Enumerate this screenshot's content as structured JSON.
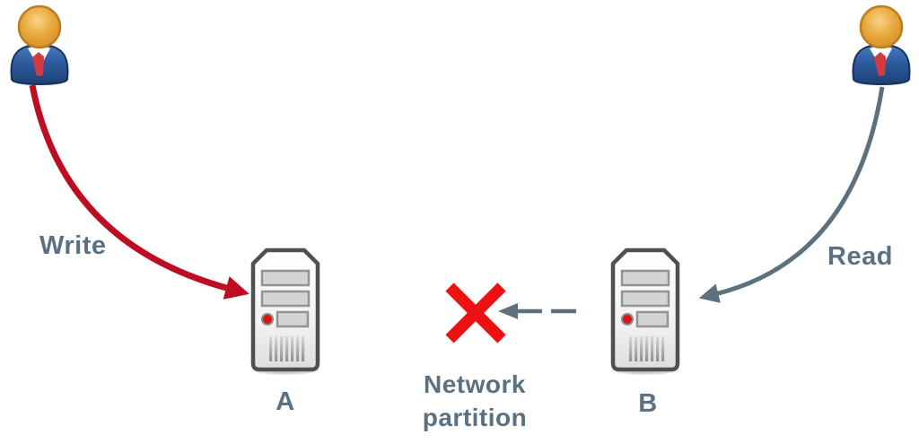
{
  "diagram": {
    "labels": {
      "write": "Write",
      "read": "Read",
      "server_a": "A",
      "server_b": "B",
      "network_partition": "Network\npartition"
    },
    "colors": {
      "write_arrow": "#bd0d22",
      "read_arrow": "#5d717c",
      "dashed_arrow": "#5d717c",
      "partition_x": "#ee1111",
      "label_text": "#5b7080",
      "user_body": "#2d5b9e",
      "user_head": "#e8a83d",
      "user_tie": "#d23c40",
      "server_led": "#dd1414"
    },
    "icons": {
      "left_user": "user-icon",
      "right_user": "user-icon",
      "server_a": "server-icon",
      "server_b": "server-icon",
      "partition_marker": "x-cross-icon",
      "blocked_link": "dashed-arrow-icon"
    }
  }
}
